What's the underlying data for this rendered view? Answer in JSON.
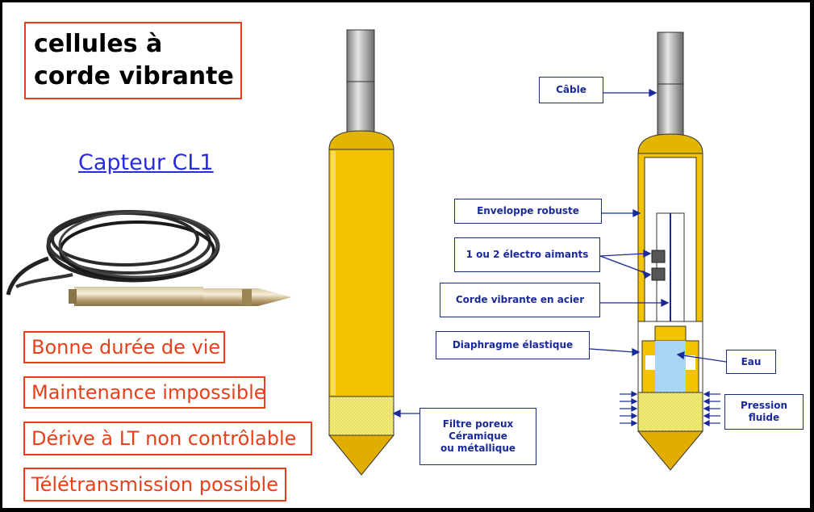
{
  "title": {
    "line1": "cellules à",
    "line2": "corde vibrante"
  },
  "subtitle": "Capteur CL1",
  "features": [
    "Bonne durée de vie",
    "Maintenance impossible",
    "Dérive à LT non contrôlable",
    "Télétransmission possible"
  ],
  "labels": {
    "cable": "Câble",
    "enveloppe": "Enveloppe robuste",
    "electro": "1 ou 2 électro aimants",
    "corde": "Corde vibrante en acier",
    "diaphragme": "Diaphragme élastique",
    "eau": "Eau",
    "pression": "Pression\nfluide",
    "filtre": "Filtre poreux\nCéramique\nou   métallique"
  },
  "colors": {
    "accent_red": "#e8401a",
    "link_blue": "#2a2ae0",
    "label_blue": "#1a2a9a",
    "probe_yellow": "#f2c400",
    "probe_gold": "#d9a800",
    "cable_gray": "#a9a9a9",
    "water_blue": "#a9d4f2"
  }
}
